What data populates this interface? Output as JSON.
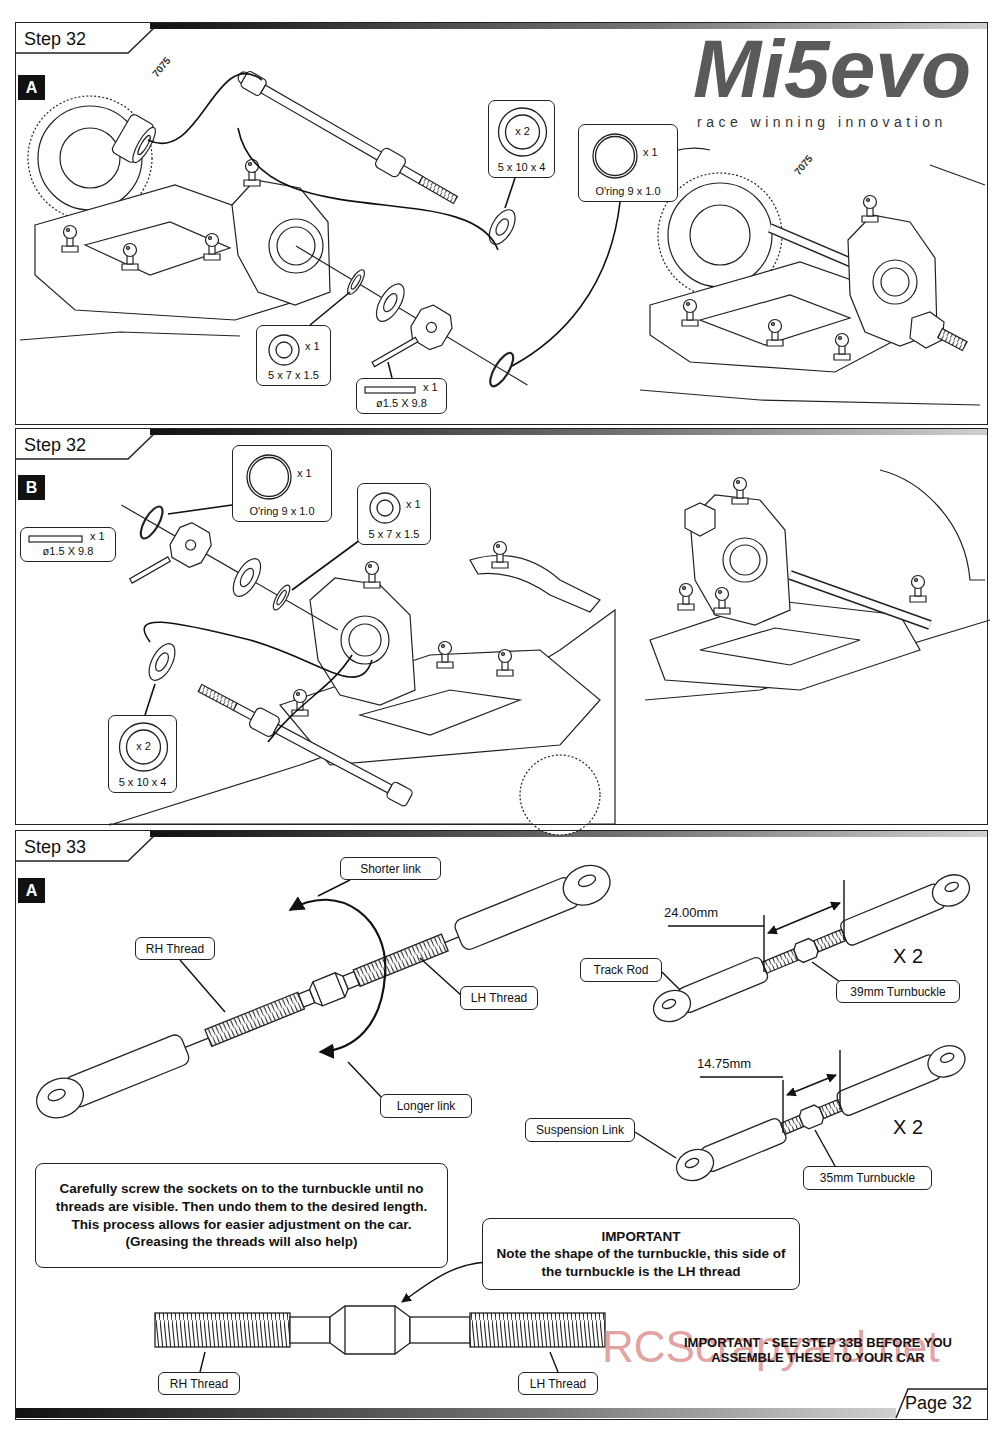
{
  "diagram": {
    "nodes": [
      {
        "text": [
          "Step 32"
        ]
      },
      {
        "text": [
          "A"
        ],
        "in": 0
      },
      {
        "text": [
          "x 2",
          "5 x 10 x 4"
        ],
        "in": 0
      },
      {
        "text": [
          "x 1",
          "O'ring 9 x 1.0"
        ],
        "in": 0
      },
      {
        "text": [
          "x 1",
          "5 x 7 x 1.5"
        ],
        "in": 0
      },
      {
        "text": [
          "x 1",
          "ø1.5 X 9.8"
        ],
        "in": 0
      },
      {
        "text": [
          "Step 32"
        ]
      },
      {
        "text": [
          "B"
        ],
        "in": 6
      },
      {
        "text": [
          "x 1",
          "O'ring 9 x 1.0"
        ],
        "in": 6
      },
      {
        "text": [
          "x 1",
          "ø1.5 X 9.8"
        ],
        "in": 6
      },
      {
        "text": [
          "x 1",
          "5 x 7 x 1.5"
        ],
        "in": 6
      },
      {
        "text": [
          "x 2",
          "5 x 10 x 4"
        ],
        "in": 6
      },
      {
        "text": [
          "Step 33"
        ]
      },
      {
        "text": [
          "A"
        ],
        "in": 12
      },
      {
        "text": [
          "Shorter link"
        ],
        "in": 12
      },
      {
        "text": [
          "RH Thread"
        ],
        "in": 12
      },
      {
        "text": [
          "LH Thread"
        ],
        "in": 12
      },
      {
        "text": [
          "Longer link"
        ],
        "in": 12
      },
      {
        "text": [
          "Track Rod"
        ],
        "in": 12
      },
      {
        "text": [
          "39mm Turnbuckle"
        ],
        "in": 12
      },
      {
        "text": [
          "Suspension Link"
        ],
        "in": 12
      },
      {
        "text": [
          "35mm Turnbuckle"
        ],
        "in": 12
      },
      {
        "text": [
          "Carefully screw the sockets on to the turnbuckle until no threads are visible. Then undo them to the desired length. This process allows for easier adjustment on the car.",
          "(Greasing the threads will also help)"
        ],
        "in": 12
      },
      {
        "text": [
          "IMPORTANT",
          "Note the shape of the turnbuckle, this side of the turnbuckle is the LH thread"
        ],
        "in": 12
      },
      {
        "text": [
          "RH Thread"
        ],
        "in": 12
      },
      {
        "text": [
          "LH Thread"
        ],
        "in": 12
      }
    ],
    "labels": [
      "Mi5evo",
      "race winning innovation",
      "7075",
      "7075",
      "24.00mm",
      "X 2",
      "14.75mm",
      "X 2",
      "RCScrapyard.net",
      "IMPORTANT - SEE STEP 33B BEFORE YOU ASSEMBLE THESE TO YOUR CAR",
      "Page 32"
    ]
  }
}
